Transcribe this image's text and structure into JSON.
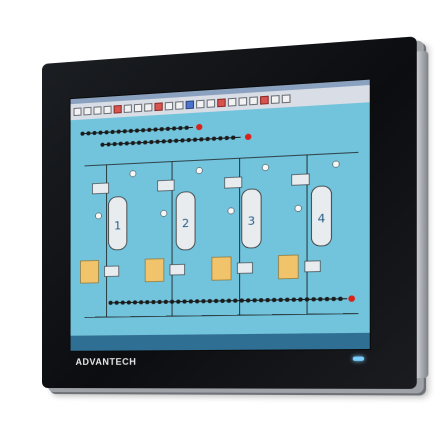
{
  "device": {
    "brand_logo": "ADVANTECH",
    "frame_color": "#111316",
    "led_color": "#7ad0ff"
  },
  "app": {
    "toolbar_icons": [
      "file-icon",
      "open-icon",
      "save-icon",
      "print-icon",
      "cut-icon",
      "copy-icon",
      "paste-icon",
      "undo-icon",
      "redo-icon",
      "zoom-in-icon",
      "zoom-out-icon",
      "pointer-icon",
      "line-icon",
      "rect-icon",
      "circle-icon",
      "text-icon",
      "pen-icon",
      "fill-icon",
      "grid-icon",
      "layers-icon",
      "help-icon"
    ],
    "screen_colors": {
      "background": "#72c3dc",
      "vessel": "#e9ecef",
      "panel": "#f1c36b",
      "alarm": "#d9231a",
      "valve_row": "#1b1b1b"
    },
    "reactors": [
      {
        "label": "1"
      },
      {
        "label": "2"
      },
      {
        "label": "3"
      },
      {
        "label": "4"
      }
    ]
  }
}
